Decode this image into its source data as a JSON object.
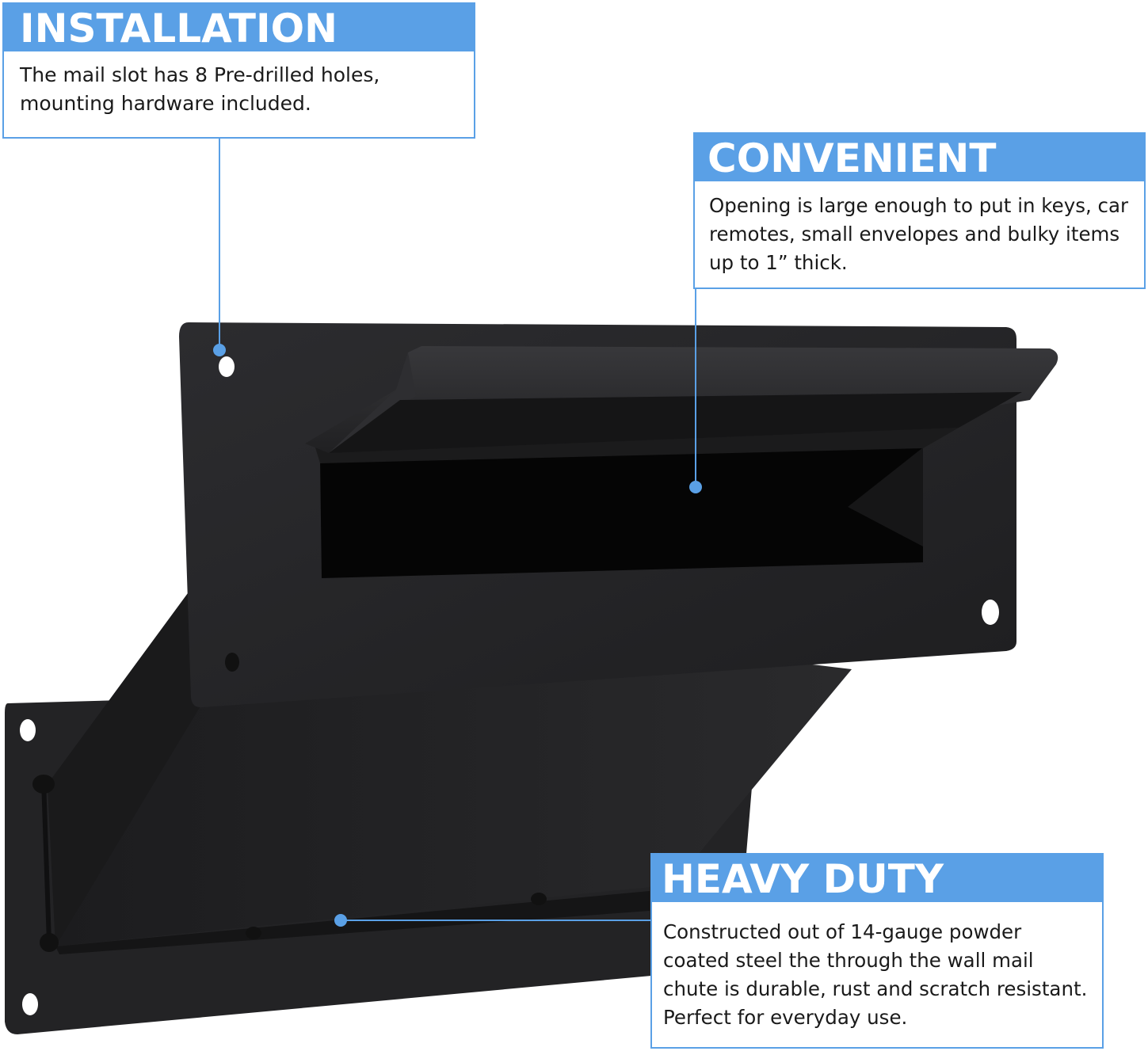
{
  "colors": {
    "accent": "#5aa0e6",
    "steel": "#232325",
    "background": "#ffffff"
  },
  "callouts": {
    "installation": {
      "title": "INSTALLATION",
      "lines": [
        "The mail slot has 8 Pre-drilled holes,",
        "mounting hardware included."
      ]
    },
    "convenient": {
      "title": "CONVENIENT",
      "lines": [
        "Opening is large enough to put in keys, car",
        "remotes, small envelopes and bulky items",
        "up to 1” thick."
      ]
    },
    "heavy_duty": {
      "title": "HEAVY DUTY",
      "lines": [
        "Constructed out of 14-gauge powder",
        "coated steel the through the wall mail",
        "chute is durable, rust and scratch resistant.",
        "Perfect for everyday use."
      ]
    }
  },
  "product_image": {
    "icon": "mail-slot-chute-illustration"
  }
}
